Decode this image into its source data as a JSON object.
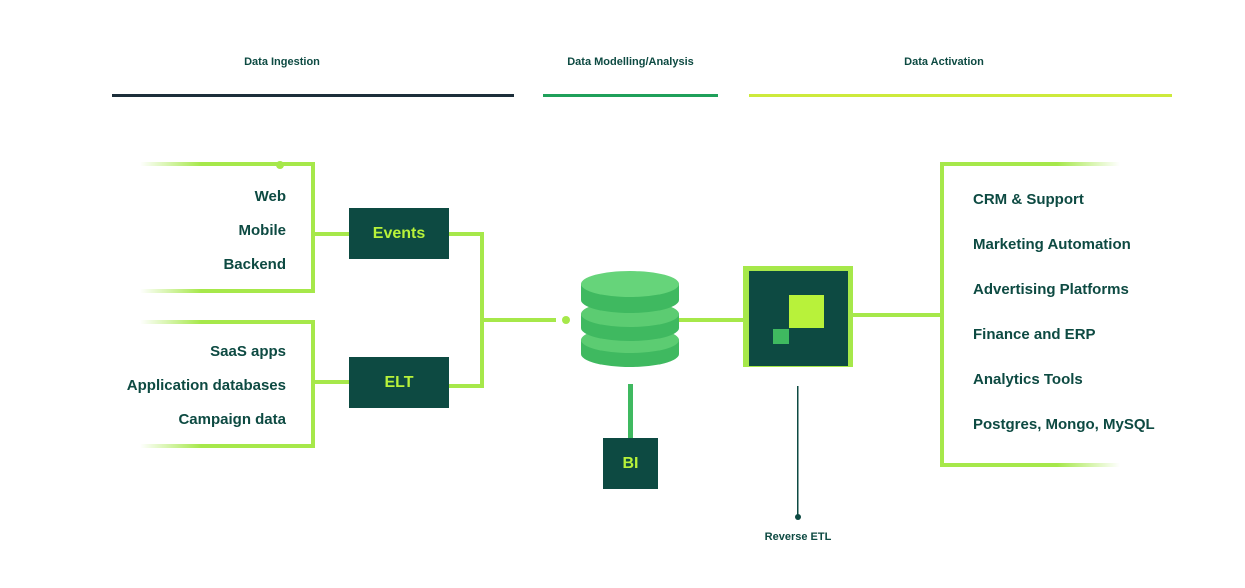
{
  "stages": [
    {
      "label": "Data Ingestion",
      "color": "#1c2e3a"
    },
    {
      "label": "Data Modelling/Analysis",
      "color": "#1fa05a"
    },
    {
      "label": "Data Activation",
      "color": "#cdea3c"
    }
  ],
  "sources": {
    "group1": [
      "Web",
      "Mobile",
      "Backend"
    ],
    "group2": [
      "SaaS apps",
      "Application databases",
      "Campaign data"
    ]
  },
  "nodes": {
    "events": "Events",
    "elt": "ELT",
    "bi": "BI",
    "reverse_etl": "Reverse ETL"
  },
  "destinations": [
    "CRM & Support",
    "Marketing Automation",
    "Advertising Platforms",
    "Finance and ERP",
    "Analytics Tools",
    "Postgres, Mongo, MySQL"
  ],
  "colors": {
    "dark_green": "#0d4a42",
    "lime": "#b8f23a",
    "line": "#a6e84a",
    "db_green": "#3fb960"
  }
}
